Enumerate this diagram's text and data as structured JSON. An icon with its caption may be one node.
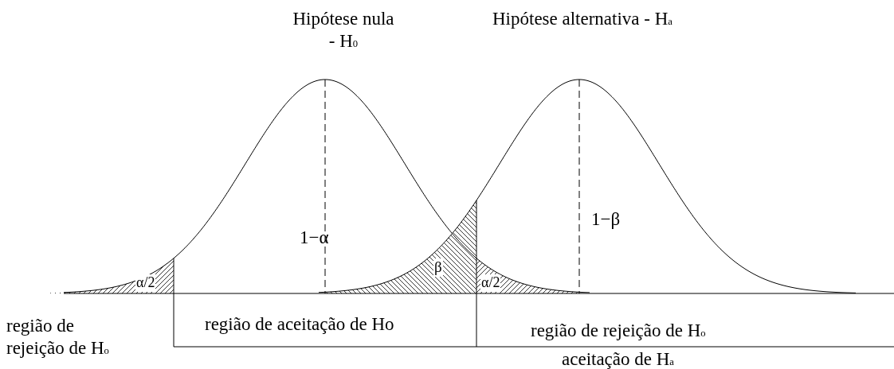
{
  "diagram": {
    "labels": [
      "Hipótese nula - H$_{0}$",
      "Hipótese alternativa - H$_{a}$",
      "1−α",
      "1−β",
      "α/2",
      "β",
      "α/2",
      "região de aceitação de Ho",
      "região de rejeição de H$_{o}$",
      "região de rejeição de H$_{o}$",
      "aceitação de H$_{a}$"
    ]
  }
}
